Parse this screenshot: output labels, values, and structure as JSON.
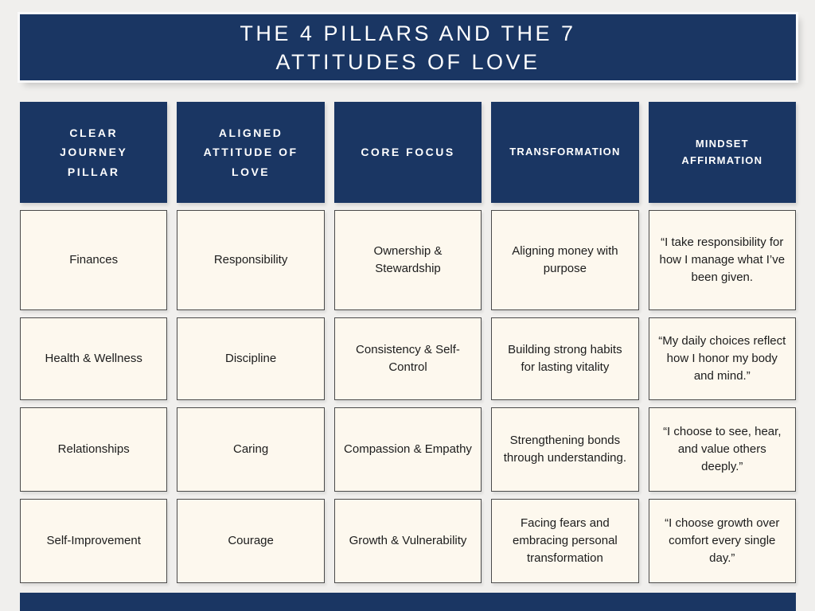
{
  "colors": {
    "background": "#f0efed",
    "navy": "#1a3663",
    "cream": "#fdf8ee",
    "cell_border": "#4a4a4a",
    "header_text": "#ffffff",
    "body_text": "#1c1c1c"
  },
  "title": {
    "line1": "THE 4 PILLARS AND THE 7",
    "line2": "ATTITUDES OF LOVE"
  },
  "chart_data": {
    "type": "table",
    "title": "THE 4 PILLARS AND THE 7 ATTITUDES OF LOVE",
    "columns": [
      "CLEAR JOURNEY PILLAR",
      "ALIGNED ATTITUDE OF LOVE",
      "CORE FOCUS",
      "TRANSFORMATION",
      "MINDSET AFFIRMATION"
    ],
    "rows": [
      [
        "Finances",
        "Responsibility",
        "Ownership & Stewardship",
        "Aligning money with purpose",
        "“I take responsibility for how I manage what I’ve been given."
      ],
      [
        "Health & Wellness",
        "Discipline",
        "Consistency & Self-Control",
        "Building strong habits for lasting vitality",
        "“My daily choices reflect how I honor my body and mind.”"
      ],
      [
        "Relationships",
        "Caring",
        "Compassion & Empathy",
        "Strengthening bonds through understanding.",
        "“I choose to see, hear, and value others deeply.”"
      ],
      [
        "Self-Improvement",
        "Courage",
        "Growth & Vulnerability",
        "Facing fears and embracing personal transformation",
        "“I choose growth over comfort every single day.”"
      ]
    ]
  }
}
